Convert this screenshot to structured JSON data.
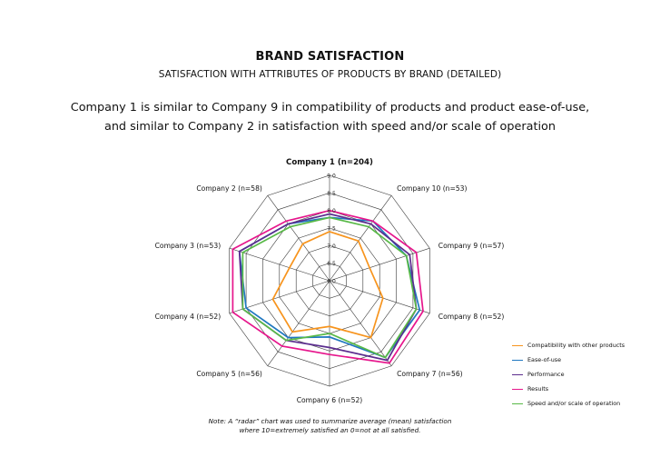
{
  "header": {
    "title": "BRAND SATISFACTION",
    "subtitle": "SATISFACTION WITH ATTRIBUTES OF PRODUCTS BY BRAND (DETAILED)",
    "headline_line1": "Company 1 is similar to Company 9 in compatibility of products and product ease-of-use,",
    "headline_line2": "and similar to Company 2 in satisfaction with speed and/or scale of operation"
  },
  "note": {
    "line1": "Note: A “radar” chart was used to summarize average (mean) satisfaction",
    "line2": "where 10=extremely satisfied an 0=not at all satisfied."
  },
  "chart_data": {
    "type": "radar",
    "categories": [
      "Company 1 (n=204)",
      "Company 10 (n=53)",
      "Company 9 (n=57)",
      "Company 8 (n=52)",
      "Company 7 (n=56)",
      "Company 6 (n=52)",
      "Company 5 (n=56)",
      "Company 4 (n=52)",
      "Company 3 (n=53)",
      "Company 2 (n=58)"
    ],
    "rlim": [
      6.0,
      9.0
    ],
    "ticks": [
      6.0,
      6.5,
      7.0,
      7.5,
      8.0,
      8.5,
      9.0
    ],
    "tick_labels": [
      "6.0",
      "6.5",
      "7.0",
      "7.5",
      "8.0",
      "8.5",
      "9.0"
    ],
    "grid": true,
    "legend_position": "right",
    "series": [
      {
        "name": "Compatibility with other products",
        "color": "#f7941d",
        "values": [
          7.4,
          7.4,
          7.2,
          7.6,
          8.0,
          7.3,
          7.8,
          7.7,
          7.2,
          7.3
        ]
      },
      {
        "name": "Ease-of-use",
        "color": "#1f77c0",
        "values": [
          7.8,
          8.1,
          8.3,
          8.7,
          8.7,
          7.6,
          8.0,
          8.5,
          8.7,
          8.0
        ]
      },
      {
        "name": "Performance",
        "color": "#5b2d8e",
        "values": [
          7.9,
          8.0,
          8.4,
          8.6,
          8.8,
          7.9,
          8.1,
          8.6,
          8.7,
          8.0
        ]
      },
      {
        "name": "Results",
        "color": "#e6168c",
        "values": [
          8.0,
          8.1,
          8.6,
          8.8,
          8.9,
          8.1,
          8.3,
          8.9,
          8.9,
          8.1
        ]
      },
      {
        "name": "Speed and/or scale of operation",
        "color": "#58b947",
        "values": [
          7.8,
          7.9,
          8.3,
          8.6,
          8.7,
          7.5,
          8.1,
          8.6,
          8.6,
          7.9
        ]
      }
    ]
  }
}
